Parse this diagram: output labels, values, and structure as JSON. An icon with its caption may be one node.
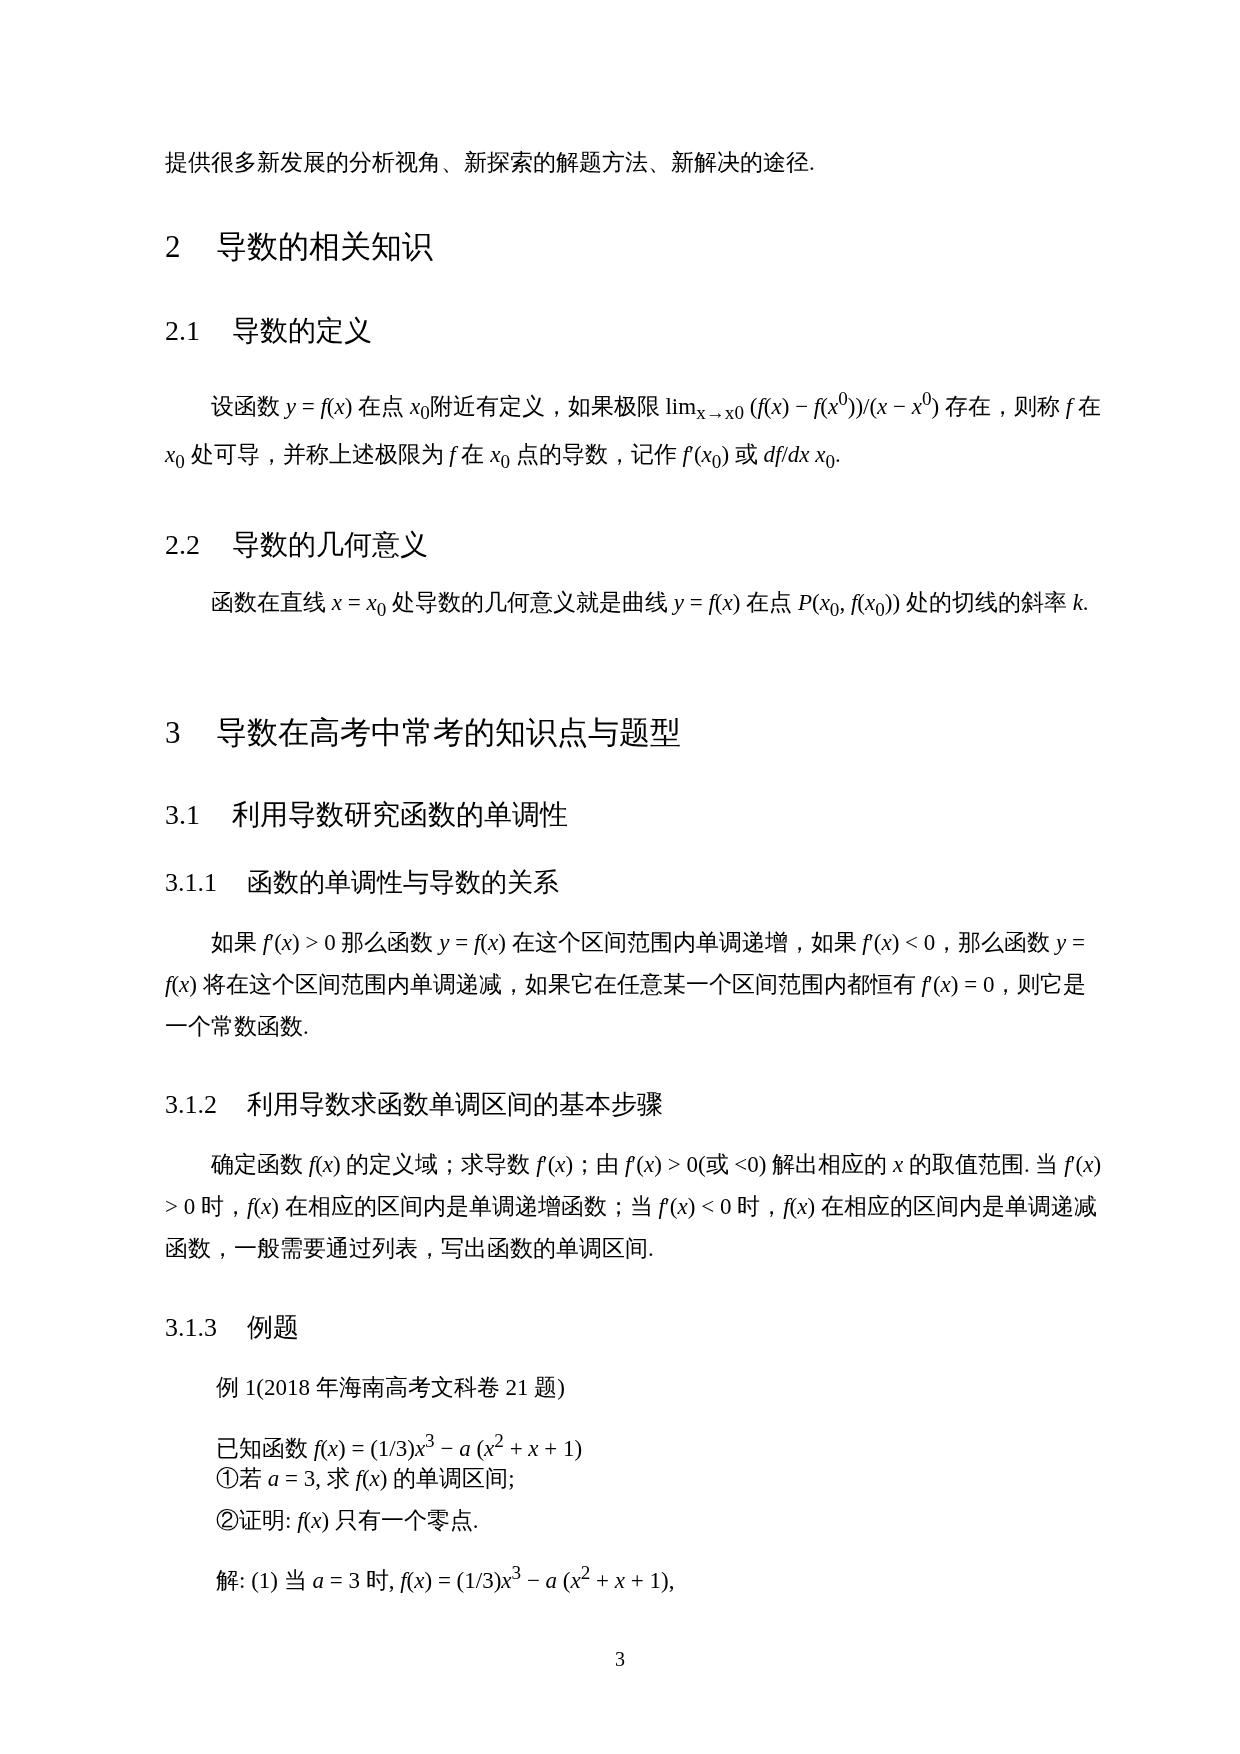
{
  "diagram": {
    "labels": [
      "提供很多新发展的分析视角、新探索的解题方法、新解决的途径.",
      "2 导数的相关知识",
      "2.1 导数的定义",
      "设函数 *y* = *f*(*x*) 在点 *x*$_{0}$附近有定义，如果极限 lim$_{x→x0}$ (*f*(*x*) − *f*(*x*$^{0}$))/(*x* − *x*$^{0}$) 存在，则称 *f* 在 *x*$_{0}$ 处可导，并称上述极限为 *f* 在 *x*$_{0}$ 点的导数，记作 *f*′(*x*$_{0}$) 或 *df*/*dx* *x*$_{0}$.",
      "2.2 导数的几何意义",
      "函数在直线 *x* = *x*$_{0}$ 处导数的几何意义就是曲线 *y* = *f*(*x*) 在点 *P*(*x*$_{0}$, *f*(*x*$_{0}$)) 处的切线的斜率 *k*.",
      "3 导数在高考中常考的知识点与题型",
      "3.1 利用导数研究函数的单调性",
      "3.1.1 函数的单调性与导数的关系",
      "如果 *f*′(*x*) > 0 那么函数 *y* = *f*(*x*) 在这个区间范围内单调递增，如果 *f*′(*x*) < 0，那么函数 *y* = *f*(*x*) 将在这个区间范围内单调递减，如果它在任意某一个区间范围内都恒有 *f*′(*x*) = 0，则它是一个常数函数.",
      "3.1.2 利用导数求函数单调区间的基本步骤",
      "确定函数 *f*(*x*) 的定义域；求导数 *f*′(*x*)；由 *f*′(*x*) > 0(或 <0) 解出相应的 *x* 的取值范围. 当 *f*′(*x*) > 0 时，*f*(*x*) 在相应的区间内是单调递增函数；当 *f*′(*x*) < 0 时，*f*(*x*) 在相应的区间内是单调递减函数，一般需要通过列表，写出函数的单调区间.",
      "3.1.3 例题",
      "例 1(2018 年海南高考文科卷 21 题)",
      "已知函数 *f*(*x*) = (1/3)*x*$^{3}$ − *a* (*x*$^{2}$ + *x* + 1)",
      "①若 *a* = 3, 求 *f*(*x*) 的单调区间;",
      "②证明: *f*(*x*) 只有一个零点.",
      "解: (1) 当 *a* = 3 时, *f*(*x*) = (1/3)*x*$^{3}$ − *a* (*x*$^{2}$ + *x* + 1),",
      "3"
    ]
  }
}
